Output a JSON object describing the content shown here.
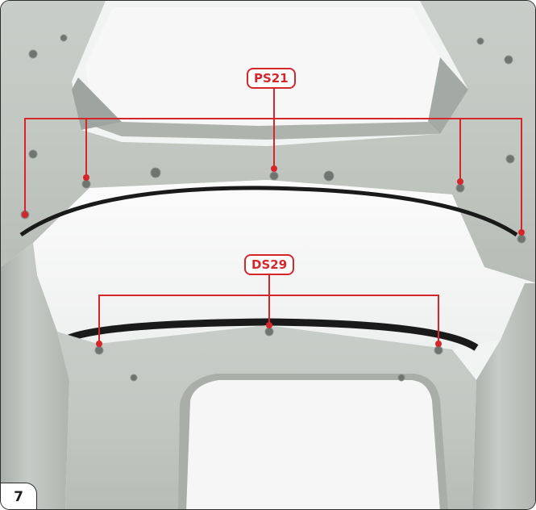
{
  "callouts": [
    {
      "id": "ps21",
      "label": "PS21"
    },
    {
      "id": "ds29",
      "label": "DS29"
    }
  ],
  "step": {
    "number": "7"
  },
  "colors": {
    "accent": "#d5262a",
    "frame_metal": "#bcc1bd",
    "frame_shadow": "#9aa09b",
    "window_seal": "#1a1a1a",
    "background": "#f2f4f3"
  }
}
